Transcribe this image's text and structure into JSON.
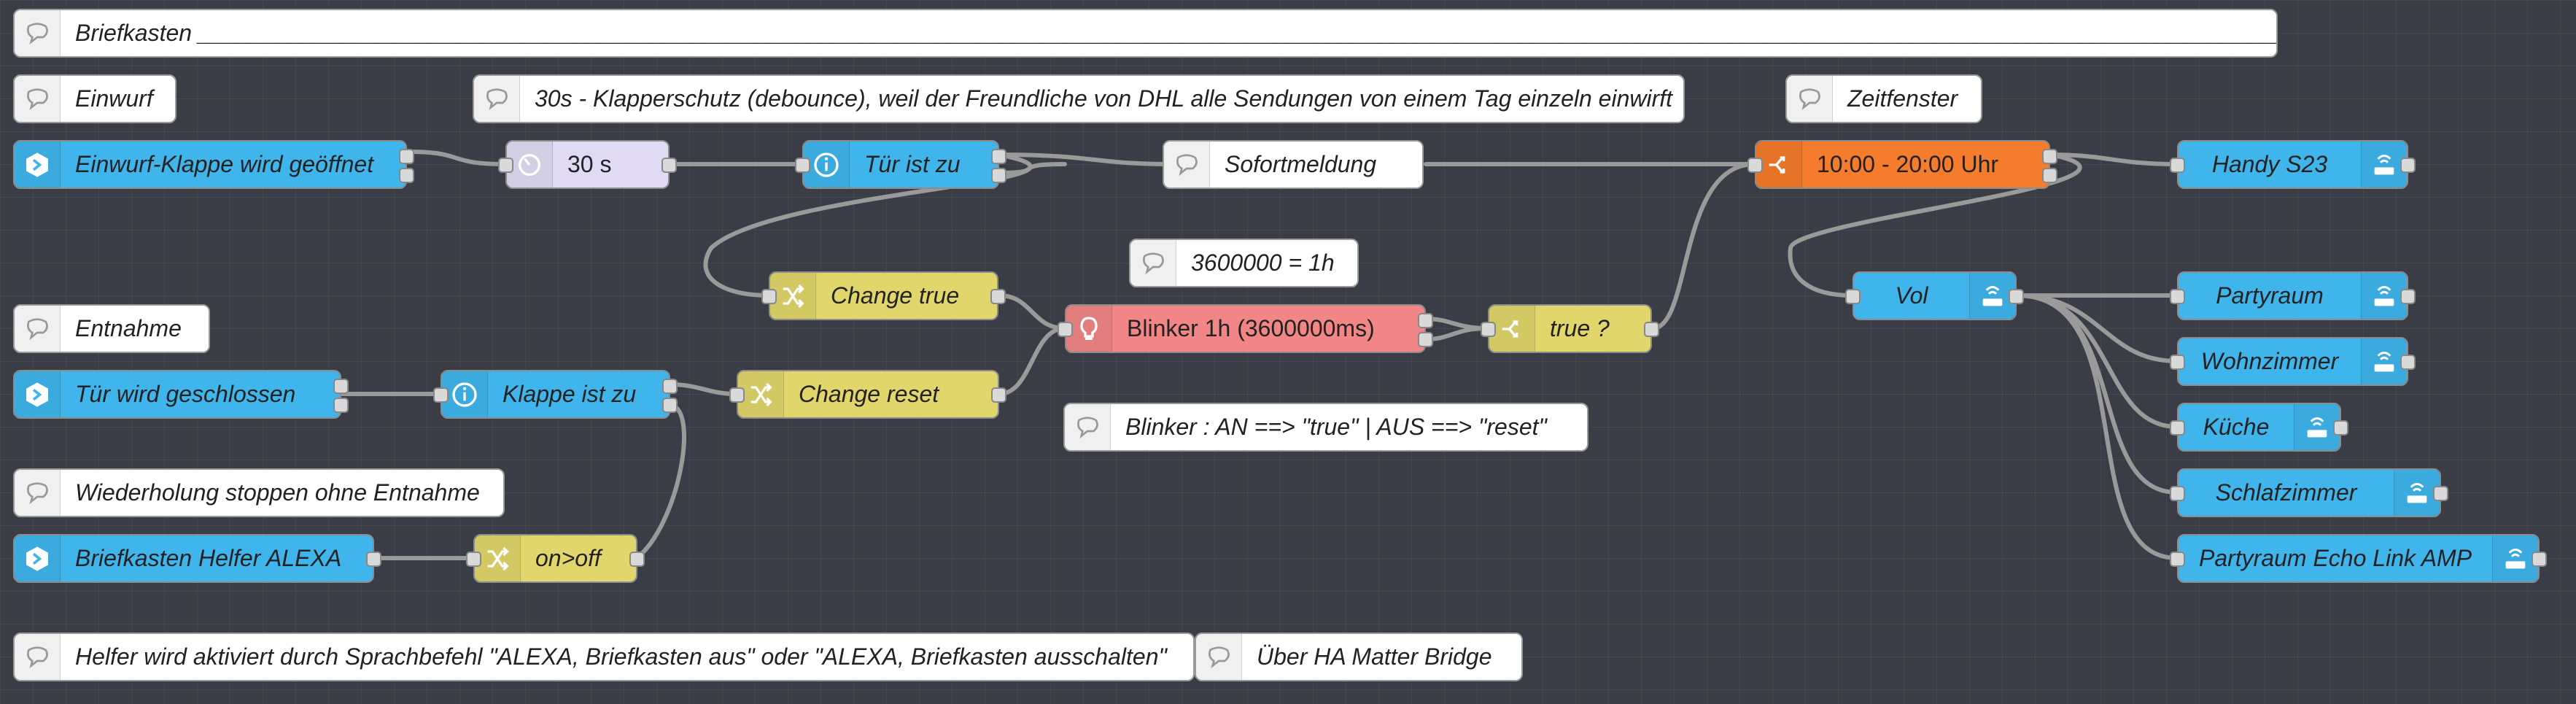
{
  "flow": {
    "tab_comment": "Briefkasten ____________________________________________________________________________________________________________________________________________________________________________________________"
  },
  "comments": {
    "einwurf": "Einwurf",
    "debounce": "30s - Klapperschutz (debounce), weil der Freundliche von DHL alle Sendungen von einem Tag einzeln einwirft",
    "zeitfenster": "Zeitfenster",
    "sofortmeldung": "Sofortmeldung",
    "hour": "3600000 = 1h",
    "entnahme": "Entnahme",
    "blinker_info": "Blinker : AN ==> \"true\" | AUS ==> \"reset\"",
    "wiederholung": "Wiederholung stoppen ohne Entnahme",
    "helfer": "Helfer wird aktiviert durch Sprachbefehl \"ALEXA, Briefkasten aus\" oder \"ALEXA, Briefkasten ausschalten\"",
    "matter": "Über HA Matter Bridge"
  },
  "nodes": {
    "einwurf_klappe": "Einwurf-Klappe wird geöffnet",
    "delay": "30 s",
    "tuer_zu": "Tür ist zu",
    "change_true": "Change true",
    "blinker": "Blinker 1h (3600000ms)",
    "true_switch": "true ?",
    "timerange": "10:00 - 20:00 Uhr",
    "handy": "Handy S23",
    "vol": "Vol",
    "partyraum": "Partyraum",
    "wohnzimmer": "Wohnzimmer",
    "kueche": "Küche",
    "schlafzimmer": "Schlafzimmer",
    "partyraum_echo": "Partyraum Echo Link AMP",
    "tuer_geschlossen": "Tür wird geschlossen",
    "klappe_zu": "Klappe ist zu",
    "change_reset": "Change reset",
    "helfer_alexa": "Briefkasten Helfer ALEXA",
    "onoff": "on>off"
  },
  "colors": {
    "canvas": "#3a3d45",
    "ha_node": "#3fb5ec",
    "delay_node": "#e0dbf3",
    "change_node": "#e0d66b",
    "trigger_node": "#f28686",
    "timerange_node": "#f47c2c",
    "comment_node": "#ffffff",
    "wire": "#9a9a9a"
  },
  "icons": {
    "comment": "speech-bubble-icon",
    "event": "hexagon-arrow-icon",
    "delay": "timer-icon",
    "info": "info-circle-icon",
    "change": "shuffle-icon",
    "trigger": "lightbulb-icon",
    "switch": "split-arrow-icon",
    "alexa": "wifi-router-icon"
  }
}
